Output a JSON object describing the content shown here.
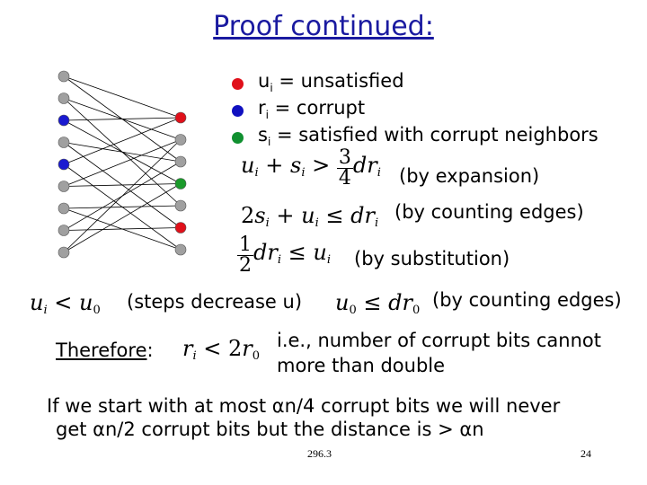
{
  "title": "Proof continued:",
  "legend": [
    {
      "sym": "u",
      "sub": "i",
      "text": " = unsatisfied",
      "color": "#e0101a"
    },
    {
      "sym": "r",
      "sub": "i",
      "text": " = corrupt",
      "color": "#1010c0"
    },
    {
      "sym": "s",
      "sub": "i",
      "text": " = satisfied with corrupt neighbors",
      "color": "#109030"
    }
  ],
  "eq1_note": "(by expansion)",
  "eq2_note": "(by counting edges)",
  "eq3_note": "(by substitution)",
  "eq4_note": "(steps decrease u)",
  "eq5_note": "(by counting edges)",
  "therefore_label": "Therefore",
  "therefore_colon": ":",
  "conclusion_line1": "i.e., number of corrupt bits cannot",
  "conclusion_line2": "more than double",
  "final_line1": "If we start with at most αn/4 corrupt bits we will never",
  "final_line2": "get αn/2 corrupt bits but the distance is > αn",
  "footer_course": "296.3",
  "footer_page": "24",
  "graph": {
    "left_node_colors": [
      "gray",
      "gray",
      "blue",
      "gray",
      "blue",
      "gray",
      "gray",
      "gray",
      "gray"
    ],
    "right_node_colors": [
      "red",
      "gray",
      "gray",
      "green",
      "gray",
      "red",
      "gray"
    ]
  }
}
